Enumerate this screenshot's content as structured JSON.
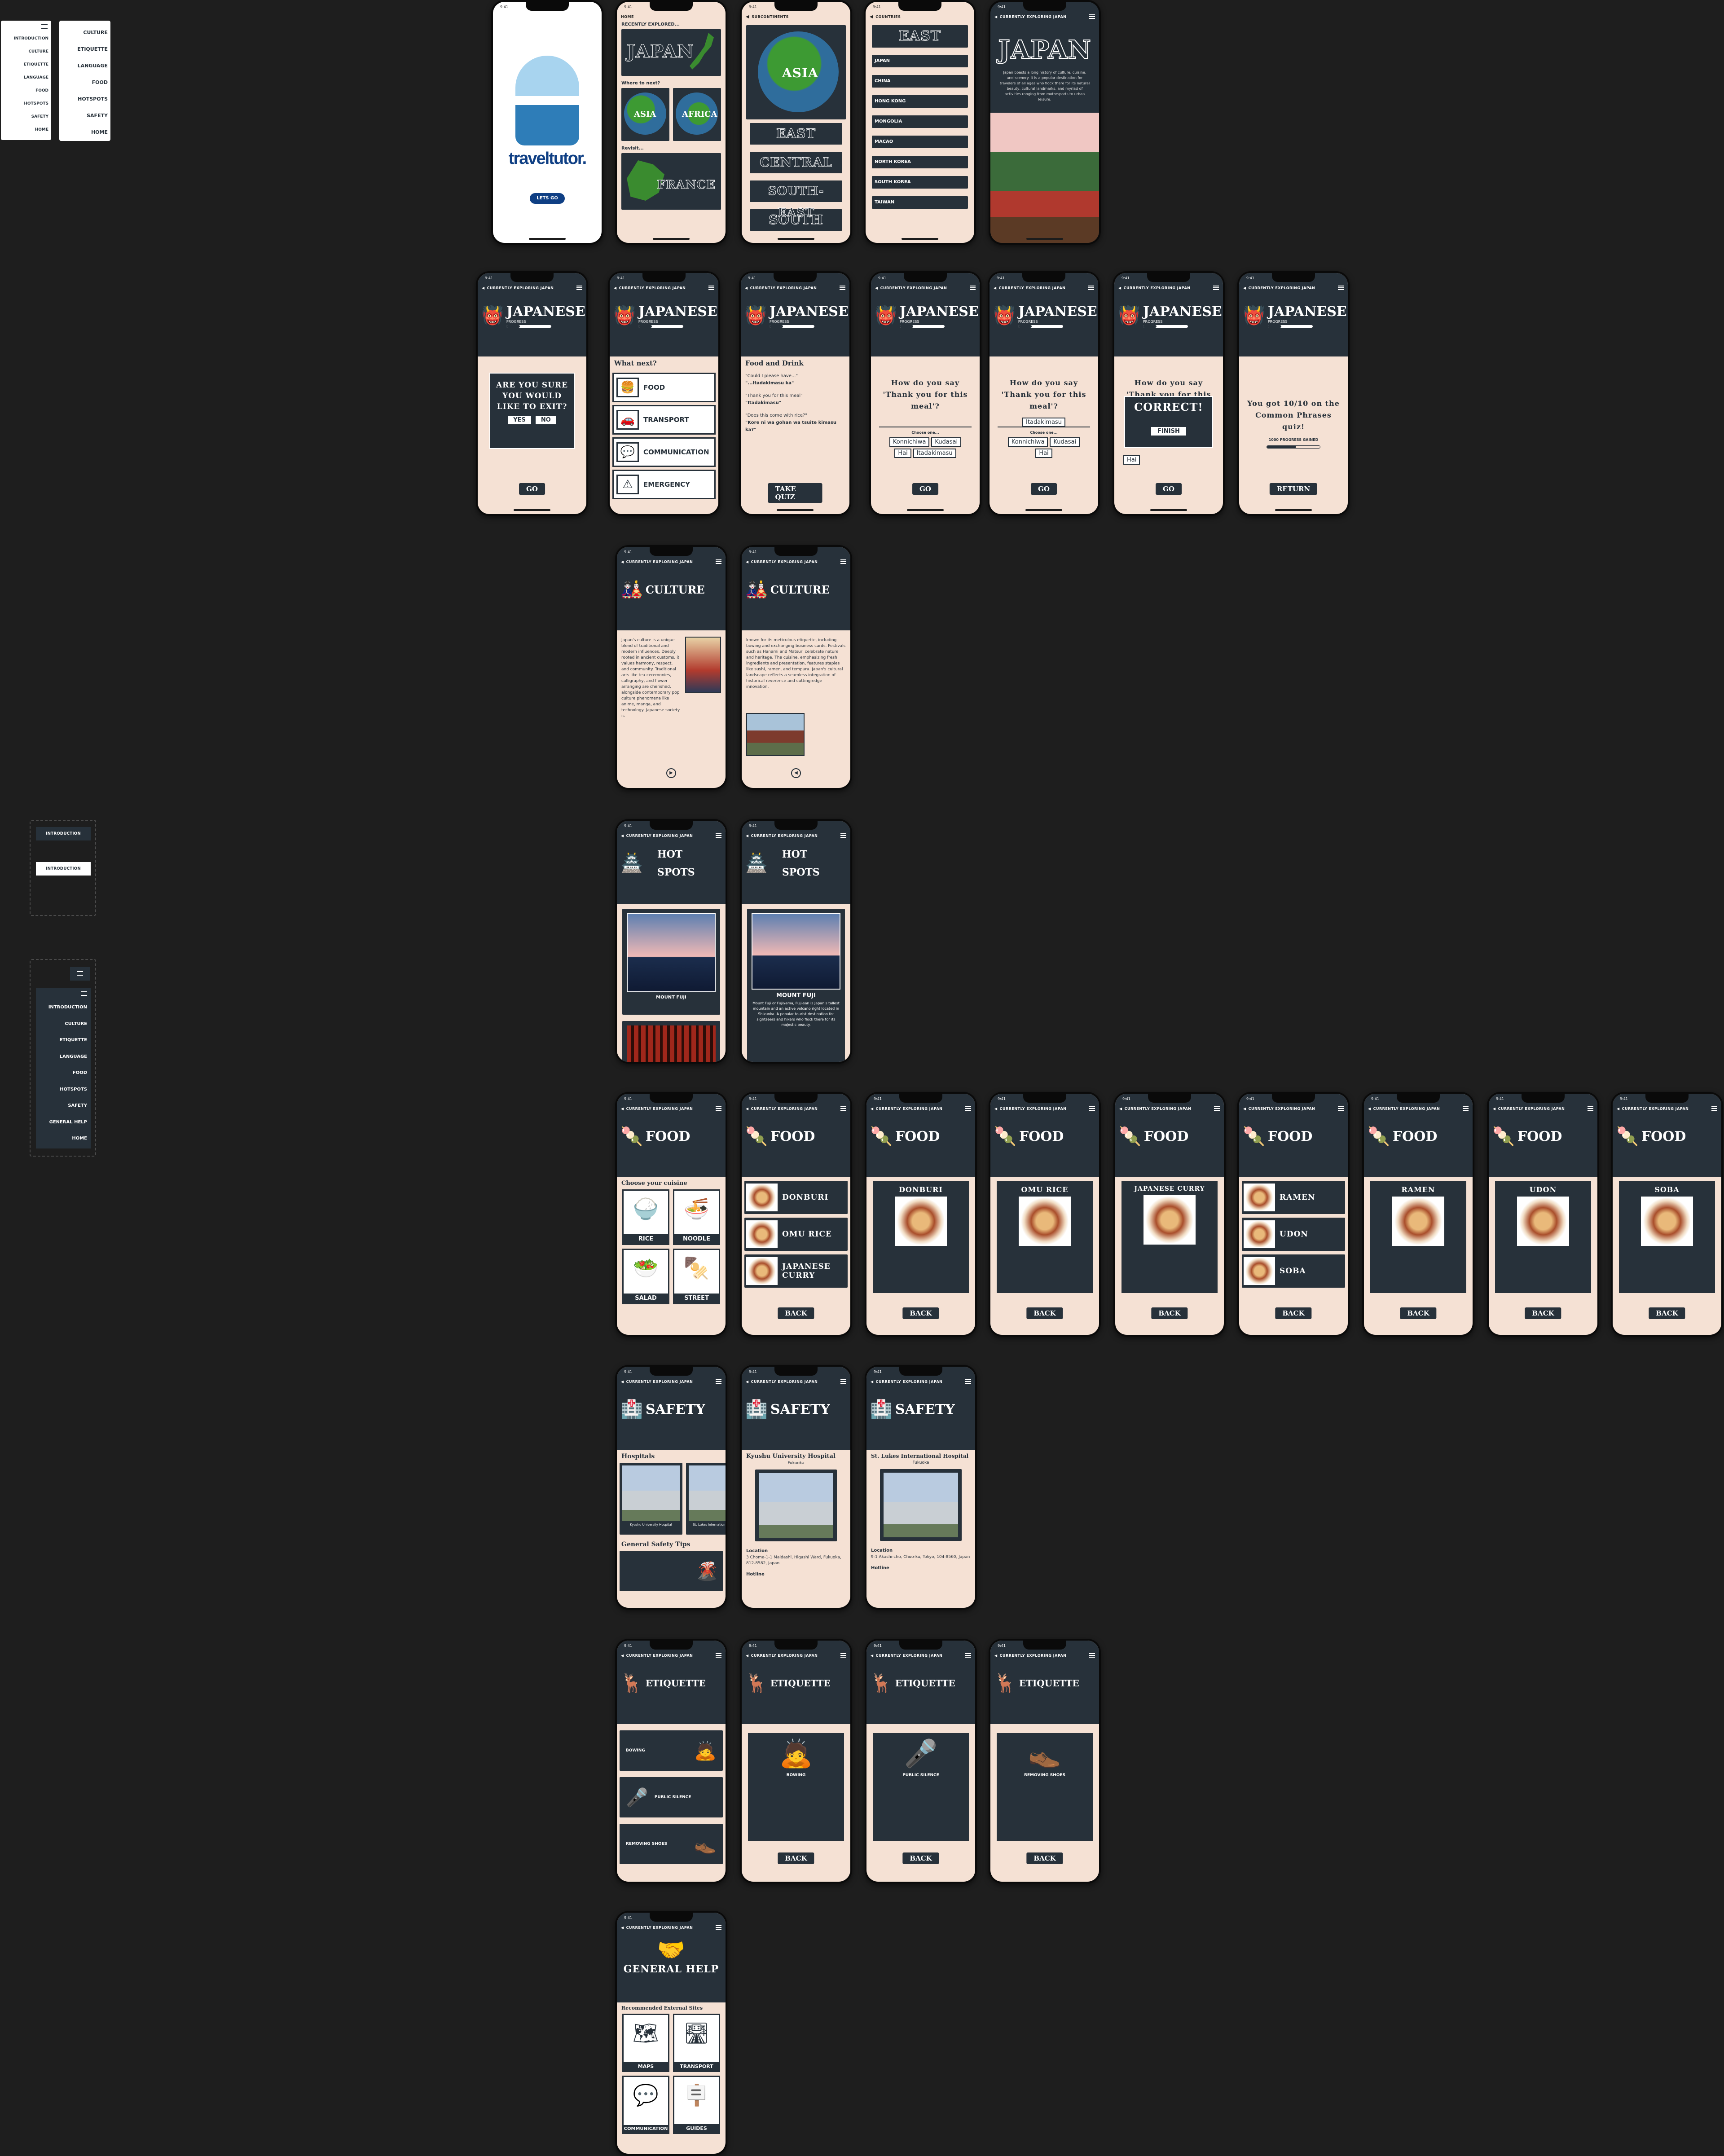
{
  "menu1": {
    "items": [
      "INTRODUCTION",
      "CULTURE",
      "ETIQUETTE",
      "LANGUAGE",
      "FOOD",
      "HOTSPOTS",
      "SAFETY",
      "HOME"
    ]
  },
  "menu2": {
    "items": [
      "CULTURE",
      "ETIQUETTE",
      "LANGUAGE",
      "FOOD",
      "HOTSPOTS",
      "SAFETY",
      "HOME"
    ]
  },
  "compbtn": {
    "a": "INTRODUCTION",
    "b": "INTRODUCTION"
  },
  "menu3": {
    "items": [
      "INTRODUCTION",
      "CULTURE",
      "ETIQUETTE",
      "LANGUAGE",
      "FOOD",
      "HOTSPOTS",
      "SAFETY",
      "GENERAL HELP",
      "HOME"
    ]
  },
  "splash": {
    "time": "9:41",
    "logo": "traveltutor.",
    "cta": "LETS GO"
  },
  "home": {
    "nav": "HOME",
    "recent": "RECENTLY EXPLORED...",
    "japan": "JAPAN",
    "where": "Where to next?",
    "asia": "ASIA",
    "africa": "AFRICA",
    "revisit": "Revisit...",
    "france": "FRANCE"
  },
  "continents": {
    "nav": "SUBCONTINENTS",
    "asia": "ASIA",
    "regions": [
      "EAST",
      "CENTRAL",
      "SOUTH-EAST",
      "SOUTH"
    ]
  },
  "countries": {
    "nav": "COUNTRIES",
    "east": "EAST",
    "list": [
      "JAPAN",
      "CHINA",
      "HONG KONG",
      "MONGOLIA",
      "MACAO",
      "NORTH KOREA",
      "SOUTH KOREA",
      "TAIWAN"
    ]
  },
  "japanIntro": {
    "nav": "CURRENTLY EXPLORING JAPAN",
    "title": "JAPAN",
    "text": "Japan boasts a long history of culture, cuisine, and scenery. It is a popular destination for travelers of all ages who flock there for its natural beauty, cultural landmarks, and myriad of activities ranging from motorsports to urban leisure."
  },
  "lang": {
    "nav": "CURRENTLY EXPLORING JAPAN",
    "title": "JAPANESE",
    "progress": "PROGRESS",
    "exitQ": "ARE YOU SURE YOU WOULD LIKE TO EXIT?",
    "yes": "YES",
    "no": "NO",
    "go": "GO",
    "whatnext": "What next?",
    "opts": [
      "FOOD",
      "TRANSPORT",
      "COMMUNICATION",
      "EMERGENCY"
    ],
    "fd": "Food and Drink",
    "p1": "\"Could I please have...\"",
    "p1b": "\"...Itadakimasu ka\"",
    "p2": "\"Thank you for this meal\"",
    "p2b": "\"Itadakimasu\"",
    "p3": "\"Does this come with rice?\"",
    "p3b": "\"Kore ni wa gohan wa tsuite kimasu ka?\"",
    "quiz": "TAKE QUIZ",
    "q": "How do you say 'Thank you for this meal'?",
    "choose": "Choose one...",
    "c1": "Konnichiwa",
    "c2": "Kudasai",
    "c3": "Hai",
    "c4": "Itadakimasu",
    "correct": "CORRECT!",
    "finish": "FINISH",
    "result": "You got 10/10 on the Common Phrases quiz!",
    "gained": "1000 PROGRESS GAINED",
    "ret": "RETURN"
  },
  "culture": {
    "nav": "CURRENTLY EXPLORING JAPAN",
    "title": "CULTURE",
    "t1": "Japan's culture is a unique blend of traditional and modern influences. Deeply rooted in ancient customs, it values harmony, respect, and community. Traditional arts like tea ceremonies, calligraphy, and flower arranging are cherished, alongside contemporary pop culture phenomena like anime, manga, and technology. Japanese society is",
    "t2": "known for its meticulous etiquette, including bowing and exchanging business cards. Festivals such as Hanami and Matsuri celebrate nature and heritage. The cuisine, emphasizing fresh ingredients and presentation, features staples like sushi, ramen, and tempura. Japan's cultural landscape reflects a seamless integration of historical reverence and cutting-edge innovation."
  },
  "hot": {
    "nav": "CURRENTLY EXPLORING JAPAN",
    "t1": "HOT",
    "t2": "SPOTS",
    "fuji": "MOUNT FUJI",
    "fujiText": "Mount Fuji or Fujiyama, Fuji-san is Japan's tallest mountain and an active volcano right located in Shizuoka. A popular tourist destination for sightseers and hikers who flock there for its majestic beauty."
  },
  "food": {
    "nav": "CURRENTLY EXPLORING JAPAN",
    "title": "FOOD",
    "choose": "Choose your cuisine",
    "cats": [
      "RICE",
      "NOODLE",
      "SALAD",
      "STREET"
    ],
    "rice": [
      "DONBURI",
      "OMU RICE",
      "JAPANESE CURRY"
    ],
    "noodle": [
      "RAMEN",
      "UDON",
      "SOBA"
    ],
    "back": "BACK",
    "descs": [
      "DONBURI",
      "OMU RICE",
      "JAPANESE CURRY",
      "RAMEN",
      "UDON",
      "SOBA"
    ]
  },
  "safety": {
    "nav": "CURRENTLY EXPLORING JAPAN",
    "title": "SAFETY",
    "hosp": "Hospitals",
    "h1": "Kyushu University Hospital",
    "h2": "St. Lukes International Hospital",
    "tips": "General Safety Tips",
    "city": "Fukuoka",
    "loc": "Location",
    "addr1": "3 Chome-1-1 Maidashi, Higashi Ward, Fukuoka, 812-8582, Japan",
    "addr2": "9-1 Akashi-cho, Chuo-ku, Tokyo, 104-8560, Japan",
    "hotline": "Hotline"
  },
  "eti": {
    "nav": "CURRENTLY EXPLORING JAPAN",
    "title": "ETIQUETTE",
    "items": [
      "BOWING",
      "PUBLIC SILENCE",
      "REMOVING SHOES"
    ],
    "back": "BACK"
  },
  "help": {
    "nav": "CURRENTLY EXPLORING JAPAN",
    "title": "GENERAL HELP",
    "rec": "Recommended External Sites",
    "tiles": [
      "MAPS",
      "TRANSPORT",
      "COMMUNICATION",
      "GUIDES"
    ]
  },
  "colors": {
    "bg": "#1e1e1e",
    "navy": "#27313a",
    "peach": "#f5e1d4"
  }
}
